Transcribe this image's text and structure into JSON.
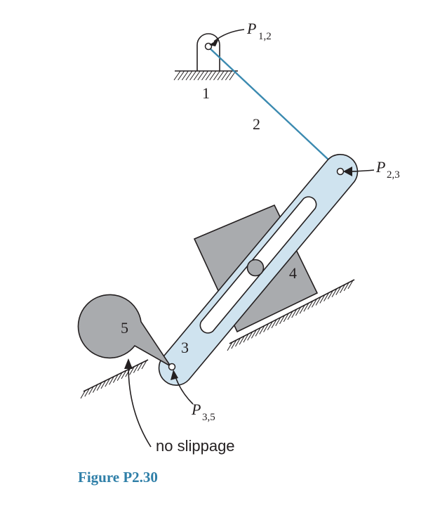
{
  "labels": {
    "link1": "1",
    "link2": "2",
    "link3": "3",
    "link4": "4",
    "link5": "5",
    "p12_main": "P",
    "p12_sub": "1,2",
    "p23_main": "P",
    "p23_sub": "2,3",
    "p35_main": "P",
    "p35_sub": "3,5",
    "no_slippage": "no slippage"
  },
  "caption": "Figure P2.30",
  "colors": {
    "link2": "#3b8ab0",
    "link3_fill": "#cfe3ef",
    "block_fill": "#a9abae",
    "ink": "#231f20",
    "caption": "#2f7fa8"
  }
}
